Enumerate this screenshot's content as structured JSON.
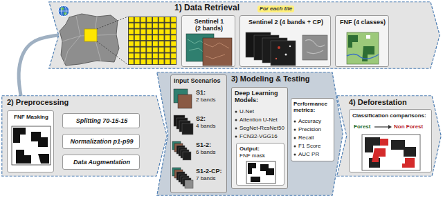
{
  "diagram": {
    "nodes": [
      {
        "text": [
          "1) Data Retrieval"
        ]
      },
      {
        "text": [
          "Sentinel 1 (2 bands)"
        ],
        "in": 0
      },
      {
        "text": [
          "Sentinel 2 (4 bands + CP)"
        ],
        "in": 0
      },
      {
        "text": [
          "FNF (4 classes)"
        ],
        "in": 0
      },
      {
        "text": [
          "2) Preprocessing"
        ]
      },
      {
        "text": [
          "FNF Masking"
        ],
        "in": 4
      },
      {
        "text": [
          "Splitting 70-15-15"
        ],
        "in": 4
      },
      {
        "text": [
          "Normalization p1-p99"
        ],
        "in": 4
      },
      {
        "text": [
          "Data Augmentation"
        ],
        "in": 4
      },
      {
        "text": [
          "3) Modeling & Testing"
        ]
      },
      {
        "text": [
          "Input Scenarios",
          "S1:",
          "2 bands",
          "S2:",
          "4 bands",
          "S1-2:",
          "6 bands",
          "S1-2-CP:",
          "7 bands"
        ],
        "in": 9
      },
      {
        "text": [
          "Deep Learning Models:",
          "U-Net",
          "Attention U-Net",
          "SegNet-ResNet50",
          "FCN32-VGG16"
        ],
        "in": 9
      },
      {
        "text": [
          "Output:",
          "FNF mask"
        ],
        "in": 11
      },
      {
        "text": [
          "Performance metrics:",
          "Accuracy",
          "Precision",
          "Recall",
          "F1 Score",
          "AUC PR"
        ],
        "in": 9
      },
      {
        "text": [
          "4) Deforestation"
        ]
      },
      {
        "text": [
          "Classification comparisons:",
          "Forest",
          "Non Forest"
        ],
        "in": 14
      }
    ],
    "edges": [
      {
        "from": 0,
        "to": 4,
        "arrow": "none"
      }
    ],
    "labels": [
      "For each tile"
    ]
  }
}
